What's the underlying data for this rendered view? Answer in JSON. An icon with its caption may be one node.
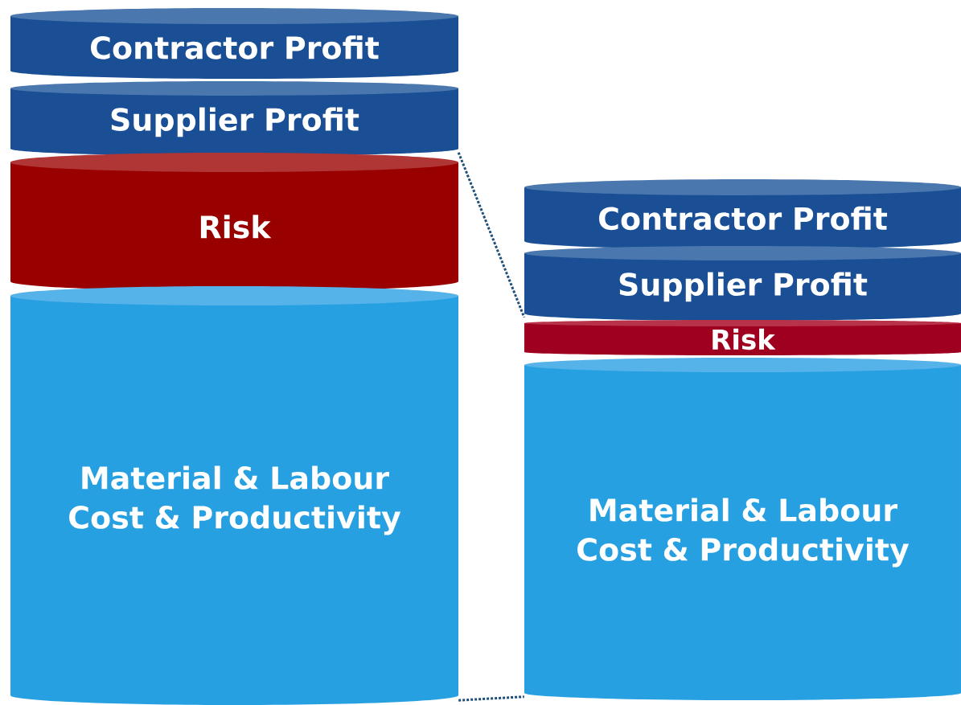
{
  "diagram": {
    "nodes": [
      {
        "text": [
          "Contractor Profit"
        ]
      },
      {
        "text": [
          "Supplier Profit"
        ]
      },
      {
        "text": [
          "Risk"
        ]
      },
      {
        "text": [
          "Material & Labour Cost & Productivity"
        ]
      },
      {
        "text": [
          "Contractor Profit"
        ]
      },
      {
        "text": [
          "Supplier Profit"
        ]
      },
      {
        "text": [
          "Risk"
        ]
      },
      {
        "text": [
          "Material & Labour Cost & Productivity"
        ]
      }
    ],
    "edges": [
      {
        "from": 1,
        "to": 5,
        "arrow": "none",
        "style": "dashed"
      },
      {
        "from": 3,
        "to": 7,
        "arrow": "none",
        "style": "dashed"
      }
    ]
  }
}
